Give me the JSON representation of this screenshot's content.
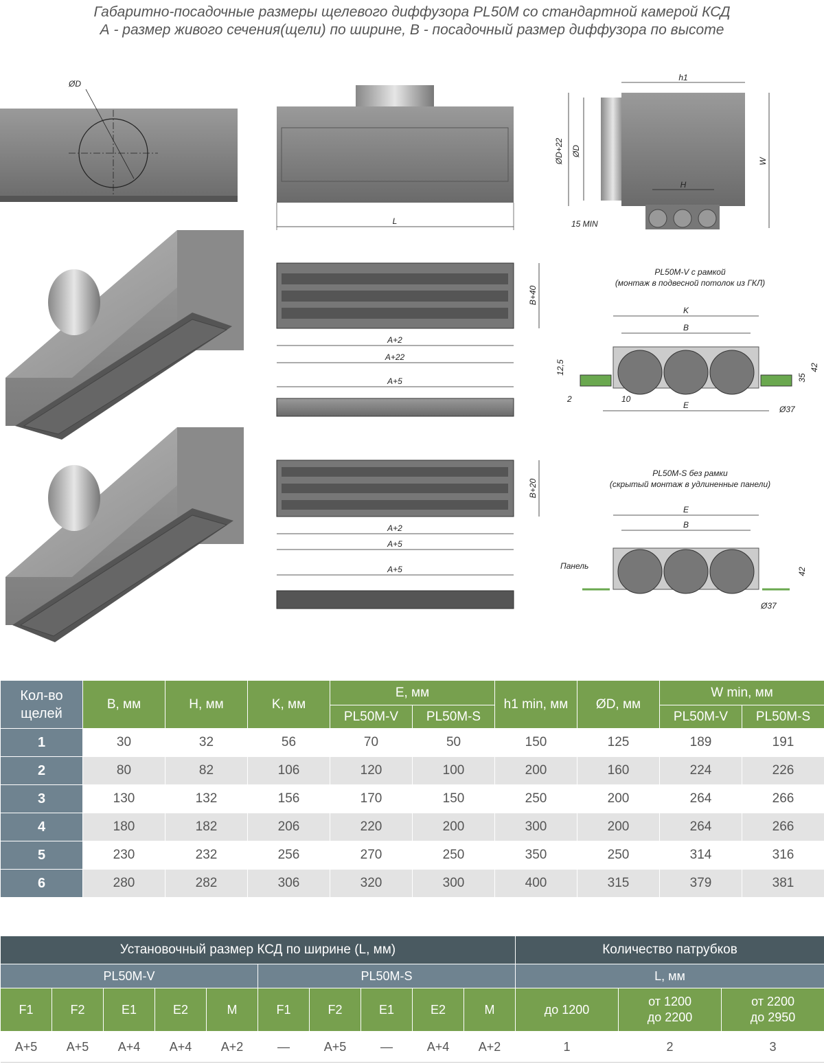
{
  "header": {
    "line1": "Габаритно-посадочные размеры щелевого диффузора PL50M со стандартной камерой КСД",
    "line2": "А - размер живого сечения(щели) по ширине, В - посадочный размер диффузора по высоте"
  },
  "drawing_labels": {
    "dia": "ØD",
    "L": "L",
    "h1": "h1",
    "dia22": "ØD+22",
    "W": "W",
    "H": "H",
    "min15": "15 MIN",
    "b40": "B+40",
    "a2": "A+2",
    "a22": "A+22",
    "a5": "A+5",
    "b20": "B+20",
    "v_title": "PL50M-V с рамкой",
    "v_sub": "(монтаж в подвесной потолок из ГКЛ)",
    "K": "K",
    "B": "B",
    "E": "E",
    "d125": "12,5",
    "d2": "2",
    "d10": "10",
    "d42": "42",
    "d35": "35",
    "d37": "Ø37",
    "s_title": "PL50M-S без рамки",
    "s_sub": "(скрытый монтаж в удлиненные панели)",
    "panel": "Панель"
  },
  "table1": {
    "headers": {
      "count": "Кол-во щелей",
      "b": "B, мм",
      "h": "H, мм",
      "k": "K, мм",
      "e": "E, мм",
      "h1": "h1 min, мм",
      "d": "ØD, мм",
      "w": "W min, мм",
      "sub_v": "PL50M-V",
      "sub_s": "PL50M-S"
    },
    "rows": [
      [
        "1",
        "30",
        "32",
        "56",
        "70",
        "50",
        "150",
        "125",
        "189",
        "191"
      ],
      [
        "2",
        "80",
        "82",
        "106",
        "120",
        "100",
        "200",
        "160",
        "224",
        "226"
      ],
      [
        "3",
        "130",
        "132",
        "156",
        "170",
        "150",
        "250",
        "200",
        "264",
        "266"
      ],
      [
        "4",
        "180",
        "182",
        "206",
        "220",
        "200",
        "300",
        "200",
        "264",
        "266"
      ],
      [
        "5",
        "230",
        "232",
        "256",
        "270",
        "250",
        "350",
        "250",
        "314",
        "316"
      ],
      [
        "6",
        "280",
        "282",
        "306",
        "320",
        "300",
        "400",
        "315",
        "379",
        "381"
      ]
    ]
  },
  "table2": {
    "title_left": "Установочный размер КСД по ширине (L, мм)",
    "title_right": "Количество патрубков",
    "group_v": "PL50M-V",
    "group_s": "PL50M-S",
    "l_mm": "L, мм",
    "cols": [
      "F1",
      "F2",
      "E1",
      "E2",
      "M",
      "F1",
      "F2",
      "E1",
      "E2",
      "M"
    ],
    "ranges": [
      "до 1200",
      "от 1200\nдо 2200",
      "от 2200\nдо 2950"
    ],
    "values": [
      "A+5",
      "A+5",
      "A+4",
      "A+4",
      "A+2",
      "—",
      "A+5",
      "—",
      "A+4",
      "A+2",
      "1",
      "2",
      "3"
    ]
  }
}
